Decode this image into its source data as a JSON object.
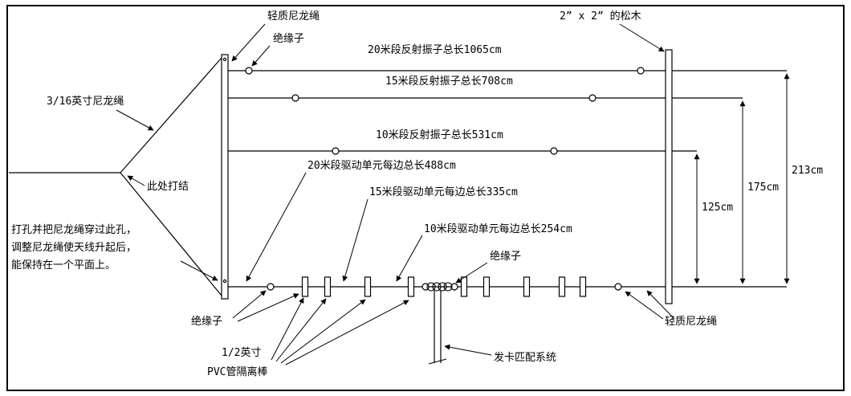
{
  "diagram": {
    "labels": {
      "nylon_rope_top": "轻质尼龙绳",
      "insulator_top": "绝缘子",
      "pine_wood": "2” x 2” 的松木",
      "rope_316": "3/16英寸尼龙绳",
      "knot_here": "此处打结",
      "note_line1": "打孔并把尼龙绳穿过此孔，",
      "note_line2": "调整尼龙绳使天线升起后，",
      "note_line3": "能保持在一个平面上。",
      "reflector_20m": "20米段反射振子总长1065cm",
      "reflector_15m": "15米段反射振子总长708cm",
      "reflector_10m": "10米段反射振子总长531cm",
      "driven_20m": "20米段驱动单元每边总长488cm",
      "driven_15m": "15米段驱动单元每边总长335cm",
      "driven_10m": "10米段驱动单元每边总长254cm",
      "insulator_mid": "绝缘子",
      "insulator_bottom": "绝缘子",
      "pvc_line1": "1/2英寸",
      "pvc_line2": "PVC管隔离棒",
      "hairpin": "发卡匹配系统",
      "nylon_rope_right": "轻质尼龙绳",
      "dim_125": "125cm",
      "dim_175": "175cm",
      "dim_213": "213cm"
    }
  }
}
